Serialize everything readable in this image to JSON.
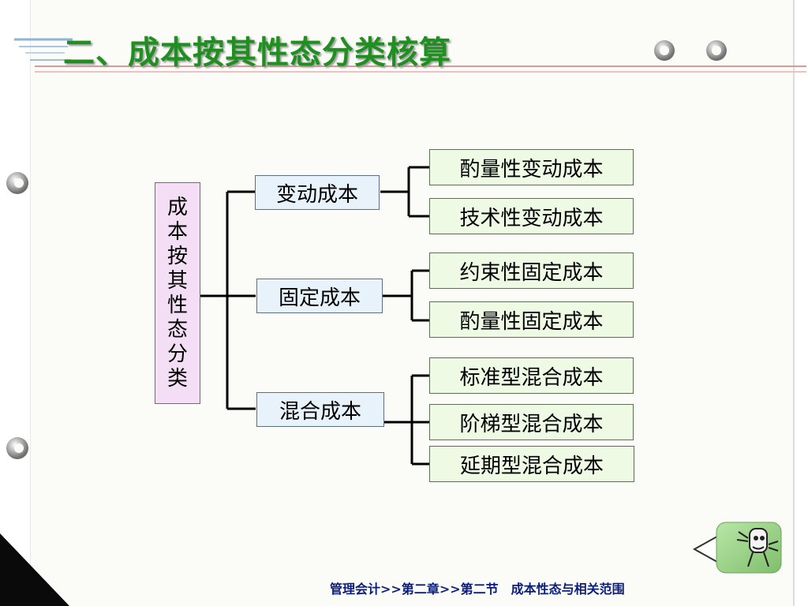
{
  "slide": {
    "title": "二、成本按其性态分类核算"
  },
  "tree": {
    "root": {
      "label": "成本按其性态分类",
      "chars": [
        "成",
        "本",
        "按",
        "其",
        "性",
        "态",
        "分",
        "类"
      ]
    },
    "categories": [
      {
        "label": "变动成本",
        "children": [
          "酌量性变动成本",
          "技术性变动成本"
        ]
      },
      {
        "label": "固定成本",
        "children": [
          "约束性固定成本",
          "酌量性固定成本"
        ]
      },
      {
        "label": "混合成本",
        "children": [
          "标准型混合成本",
          "阶梯型混合成本",
          "延期型混合成本"
        ]
      }
    ]
  },
  "footer": {
    "breadcrumb": "管理会计>>第二章>>第二节　成本性态与相关范围"
  },
  "nav": {
    "back_icon": "left-arrow-cartoon-icon"
  },
  "colors": {
    "title": "#1f8f1f",
    "root_fill": "#f3def5",
    "category_fill": "#e7f2fb",
    "leaf_fill": "#eefae4",
    "footer_text": "#0b1d7a"
  }
}
